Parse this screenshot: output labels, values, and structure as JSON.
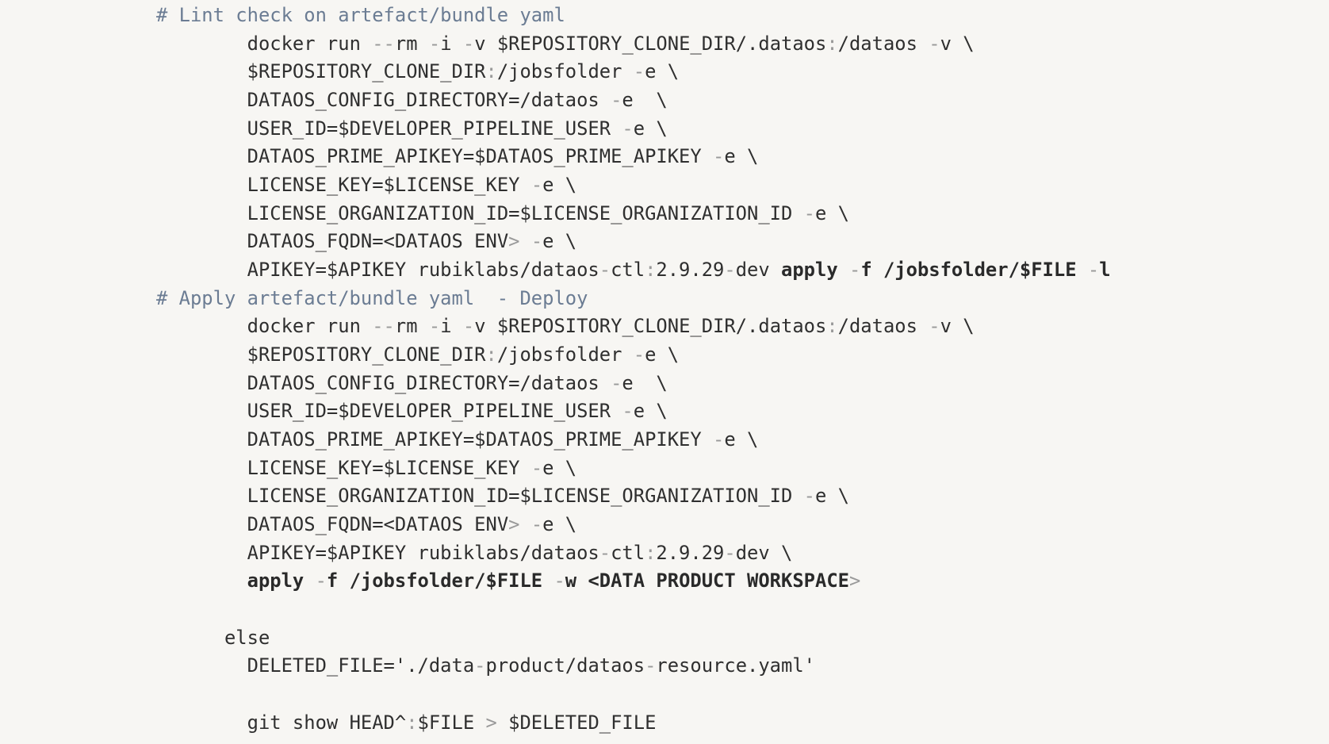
{
  "code": {
    "language": "bash",
    "lines": [
      {
        "indent": "",
        "segments": [
          {
            "t": "# Lint check on artefact/bundle yaml",
            "c": "comment"
          }
        ]
      },
      {
        "indent": "        ",
        "segments": [
          {
            "t": "docker run "
          },
          {
            "t": "--",
            "c": "op"
          },
          {
            "t": "rm "
          },
          {
            "t": "-",
            "c": "op"
          },
          {
            "t": "i "
          },
          {
            "t": "-",
            "c": "op"
          },
          {
            "t": "v $REPOSITORY_CLONE_DIR/.dataos"
          },
          {
            "t": ":",
            "c": "op"
          },
          {
            "t": "/dataos "
          },
          {
            "t": "-",
            "c": "op"
          },
          {
            "t": "v \\"
          }
        ]
      },
      {
        "indent": "        ",
        "segments": [
          {
            "t": "$REPOSITORY_CLONE_DIR"
          },
          {
            "t": ":",
            "c": "op"
          },
          {
            "t": "/jobsfolder "
          },
          {
            "t": "-",
            "c": "op"
          },
          {
            "t": "e \\"
          }
        ]
      },
      {
        "indent": "        ",
        "segments": [
          {
            "t": "DATAOS_CONFIG_DIRECTORY=/dataos "
          },
          {
            "t": "-",
            "c": "op"
          },
          {
            "t": "e  \\"
          }
        ]
      },
      {
        "indent": "        ",
        "segments": [
          {
            "t": "USER_ID=$DEVELOPER_PIPELINE_USER "
          },
          {
            "t": "-",
            "c": "op"
          },
          {
            "t": "e \\"
          }
        ]
      },
      {
        "indent": "        ",
        "segments": [
          {
            "t": "DATAOS_PRIME_APIKEY=$DATAOS_PRIME_APIKEY "
          },
          {
            "t": "-",
            "c": "op"
          },
          {
            "t": "e \\"
          }
        ]
      },
      {
        "indent": "        ",
        "segments": [
          {
            "t": "LICENSE_KEY=$LICENSE_KEY "
          },
          {
            "t": "-",
            "c": "op"
          },
          {
            "t": "e \\"
          }
        ]
      },
      {
        "indent": "        ",
        "segments": [
          {
            "t": "LICENSE_ORGANIZATION_ID=$LICENSE_ORGANIZATION_ID "
          },
          {
            "t": "-",
            "c": "op"
          },
          {
            "t": "e \\"
          }
        ]
      },
      {
        "indent": "        ",
        "segments": [
          {
            "t": "DATAOS_FQDN=<DATAOS ENV"
          },
          {
            "t": ">",
            "c": "op"
          },
          {
            "t": " "
          },
          {
            "t": "-",
            "c": "op"
          },
          {
            "t": "e \\"
          }
        ]
      },
      {
        "indent": "        ",
        "segments": [
          {
            "t": "APIKEY=$APIKEY rubiklabs/dataos"
          },
          {
            "t": "-",
            "c": "op"
          },
          {
            "t": "ctl"
          },
          {
            "t": ":",
            "c": "op"
          },
          {
            "t": "2.9.29"
          },
          {
            "t": "-",
            "c": "op"
          },
          {
            "t": "dev "
          },
          {
            "t": "apply ",
            "c": "bold"
          },
          {
            "t": "-",
            "c": "op"
          },
          {
            "t": "f /jobsfolder/$FILE ",
            "c": "bold"
          },
          {
            "t": "-",
            "c": "op"
          },
          {
            "t": "l",
            "c": "bold"
          }
        ]
      },
      {
        "indent": "",
        "segments": [
          {
            "t": "# Apply artefact/bundle yaml  - Deploy",
            "c": "comment"
          }
        ]
      },
      {
        "indent": "        ",
        "segments": [
          {
            "t": "docker run "
          },
          {
            "t": "--",
            "c": "op"
          },
          {
            "t": "rm "
          },
          {
            "t": "-",
            "c": "op"
          },
          {
            "t": "i "
          },
          {
            "t": "-",
            "c": "op"
          },
          {
            "t": "v $REPOSITORY_CLONE_DIR/.dataos"
          },
          {
            "t": ":",
            "c": "op"
          },
          {
            "t": "/dataos "
          },
          {
            "t": "-",
            "c": "op"
          },
          {
            "t": "v \\"
          }
        ]
      },
      {
        "indent": "        ",
        "segments": [
          {
            "t": "$REPOSITORY_CLONE_DIR"
          },
          {
            "t": ":",
            "c": "op"
          },
          {
            "t": "/jobsfolder "
          },
          {
            "t": "-",
            "c": "op"
          },
          {
            "t": "e \\"
          }
        ]
      },
      {
        "indent": "        ",
        "segments": [
          {
            "t": "DATAOS_CONFIG_DIRECTORY=/dataos "
          },
          {
            "t": "-",
            "c": "op"
          },
          {
            "t": "e  \\"
          }
        ]
      },
      {
        "indent": "        ",
        "segments": [
          {
            "t": "USER_ID=$DEVELOPER_PIPELINE_USER "
          },
          {
            "t": "-",
            "c": "op"
          },
          {
            "t": "e \\"
          }
        ]
      },
      {
        "indent": "        ",
        "segments": [
          {
            "t": "DATAOS_PRIME_APIKEY=$DATAOS_PRIME_APIKEY "
          },
          {
            "t": "-",
            "c": "op"
          },
          {
            "t": "e \\"
          }
        ]
      },
      {
        "indent": "        ",
        "segments": [
          {
            "t": "LICENSE_KEY=$LICENSE_KEY "
          },
          {
            "t": "-",
            "c": "op"
          },
          {
            "t": "e \\"
          }
        ]
      },
      {
        "indent": "        ",
        "segments": [
          {
            "t": "LICENSE_ORGANIZATION_ID=$LICENSE_ORGANIZATION_ID "
          },
          {
            "t": "-",
            "c": "op"
          },
          {
            "t": "e \\"
          }
        ]
      },
      {
        "indent": "        ",
        "segments": [
          {
            "t": "DATAOS_FQDN=<DATAOS ENV"
          },
          {
            "t": ">",
            "c": "op"
          },
          {
            "t": " "
          },
          {
            "t": "-",
            "c": "op"
          },
          {
            "t": "e \\"
          }
        ]
      },
      {
        "indent": "        ",
        "segments": [
          {
            "t": "APIKEY=$APIKEY rubiklabs/dataos"
          },
          {
            "t": "-",
            "c": "op"
          },
          {
            "t": "ctl"
          },
          {
            "t": ":",
            "c": "op"
          },
          {
            "t": "2.9.29"
          },
          {
            "t": "-",
            "c": "op"
          },
          {
            "t": "dev \\"
          }
        ]
      },
      {
        "indent": "        ",
        "segments": [
          {
            "t": "apply ",
            "c": "bold"
          },
          {
            "t": "-",
            "c": "op"
          },
          {
            "t": "f /jobsfolder/$FILE ",
            "c": "bold"
          },
          {
            "t": "-",
            "c": "op"
          },
          {
            "t": "w <DATA PRODUCT WORKSPACE",
            "c": "bold"
          },
          {
            "t": ">",
            "c": "op"
          }
        ]
      },
      {
        "indent": "",
        "segments": []
      },
      {
        "indent": "      ",
        "segments": [
          {
            "t": "else"
          }
        ]
      },
      {
        "indent": "        ",
        "segments": [
          {
            "t": "DELETED_FILE='./data"
          },
          {
            "t": "-",
            "c": "op"
          },
          {
            "t": "product/dataos"
          },
          {
            "t": "-",
            "c": "op"
          },
          {
            "t": "resource.yaml'"
          }
        ]
      },
      {
        "indent": "",
        "segments": []
      },
      {
        "indent": "        ",
        "segments": [
          {
            "t": "git show HEAD^"
          },
          {
            "t": ":",
            "c": "op"
          },
          {
            "t": "$FILE "
          },
          {
            "t": ">",
            "c": "op"
          },
          {
            "t": " $DELETED_FILE"
          }
        ]
      }
    ]
  },
  "colors": {
    "background": "#f7f6f3",
    "text": "#2f2f2f",
    "comment": "#6b7c93",
    "operator": "#9a9a9a"
  }
}
